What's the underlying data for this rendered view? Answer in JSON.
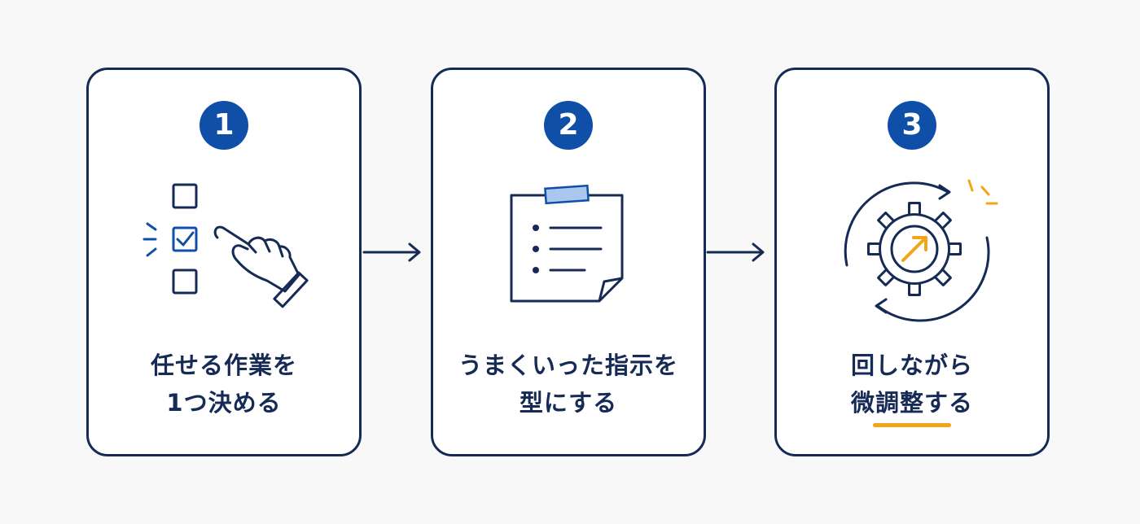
{
  "steps": [
    {
      "number": "1",
      "caption_line1": "任せる作業を",
      "caption_line2": "1つ決める",
      "illustration_icon": "checklist-pointing-hand-icon"
    },
    {
      "number": "2",
      "caption_line1": "うまくいった指示を",
      "caption_line2": "型にする",
      "illustration_icon": "pinned-note-list-icon"
    },
    {
      "number": "3",
      "caption_line1": "回しながら",
      "caption_line2": "微調整する",
      "illustration_icon": "gear-cycle-arrow-icon"
    }
  ],
  "colors": {
    "navy": "#152a55",
    "blue": "#0f4fa8",
    "tape_blue": "#aac8ee",
    "accent_orange": "#f2a516",
    "background": "#f8f8f8",
    "card_background": "#ffffff"
  }
}
